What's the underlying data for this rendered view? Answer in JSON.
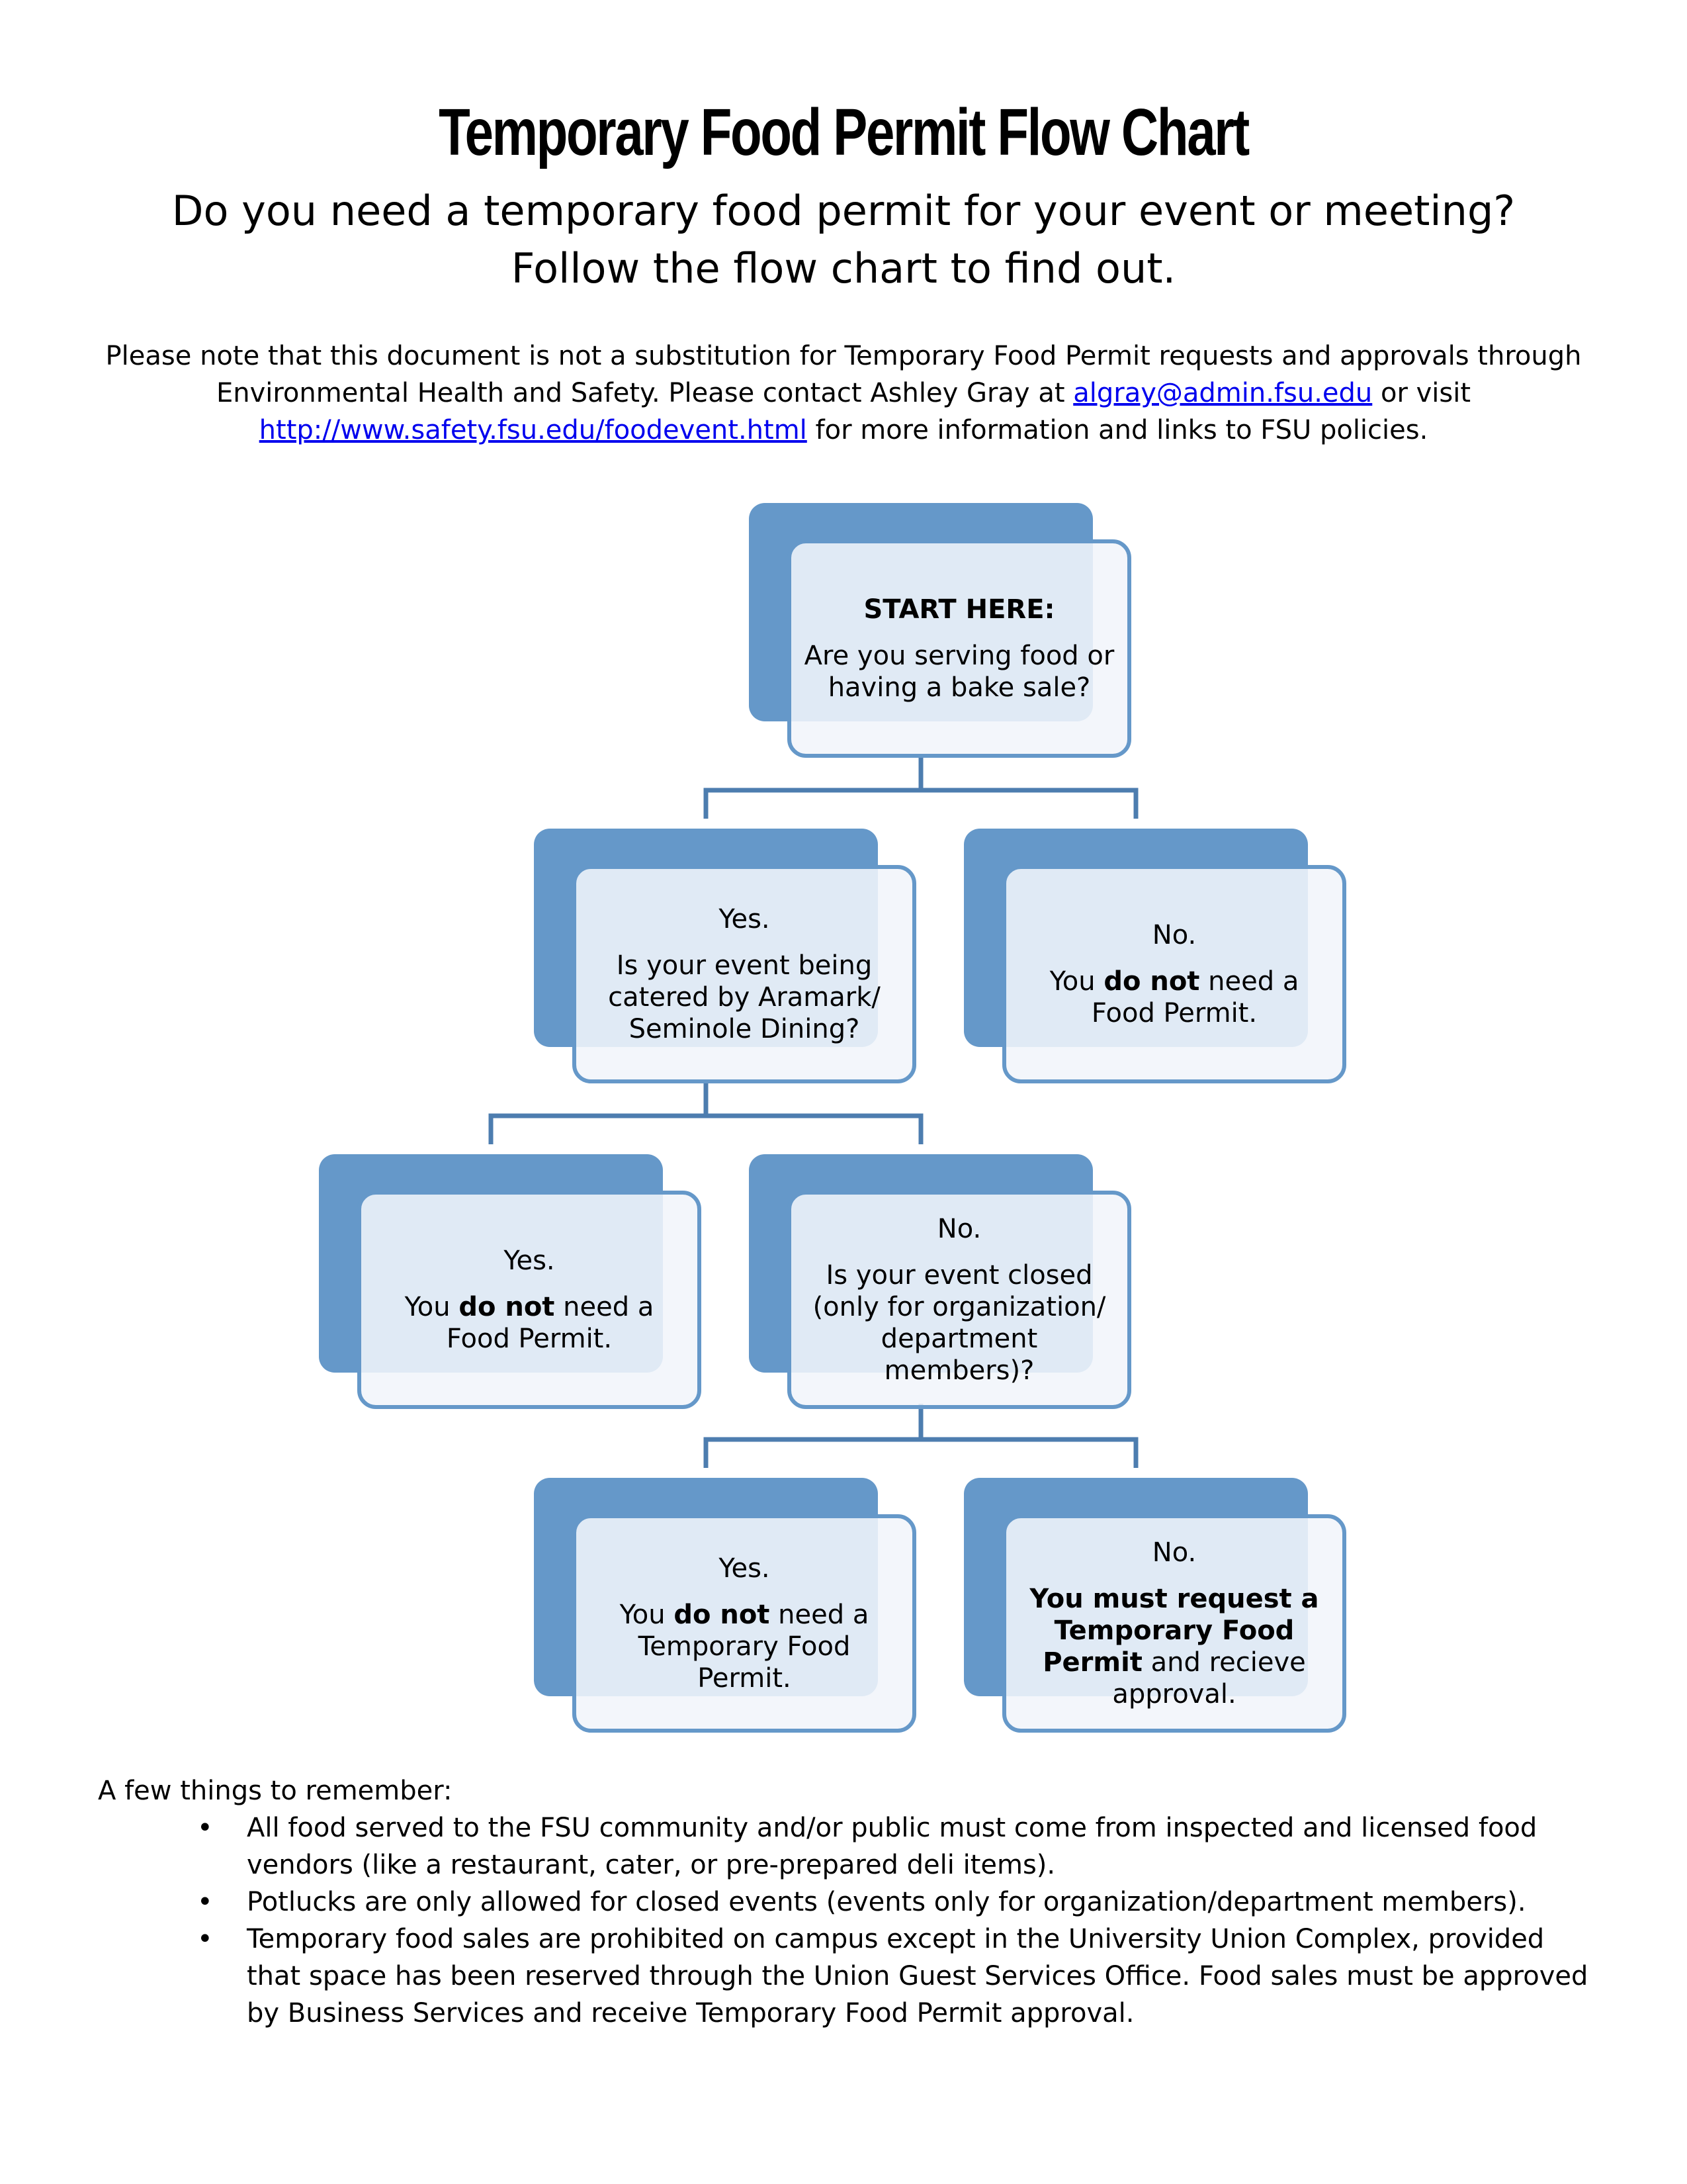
{
  "header": {
    "title": "Temporary Food Permit Flow Chart",
    "subtitle_line1": "Do you need a temporary food permit for your event or meeting?",
    "subtitle_line2": "Follow the flow chart to find out."
  },
  "note": {
    "text1": "Please note that this document is not a substitution for Temporary Food Permit requests and approvals through Environmental Health and Safety.  Please contact Ashley Gray at",
    "email": "algray@admin.fsu.edu",
    "text2": "or visit",
    "url": "http://www.safety.fsu.edu/foodevent.html",
    "text3": "for more information and links to FSU policies."
  },
  "flowchart": {
    "start": {
      "head": "START HERE:",
      "body": "Are you serving food or having a bake sale?"
    },
    "serving_yes": {
      "head": "Yes.",
      "body": "Is your event being catered by Aramark/ Seminole Dining?"
    },
    "serving_no": {
      "head": "No.",
      "pre": "You ",
      "bold": "do not",
      "post": " need a Food Permit."
    },
    "catered_yes": {
      "head": "Yes.",
      "pre": "You ",
      "bold": "do not",
      "post": " need a Food Permit."
    },
    "catered_no": {
      "head": "No.",
      "body": "Is your event closed (only for organization/ department members)?"
    },
    "closed_yes": {
      "head": "Yes.",
      "pre": "You ",
      "bold": "do not",
      "post": " need a Temporary Food Permit."
    },
    "closed_no": {
      "head": "No.",
      "bold": "You must request a Temporary Food Permit",
      "post": " and recieve approval."
    }
  },
  "reminders": {
    "heading": "A few things to remember:",
    "bullet": "•",
    "items": [
      "All food served to the FSU community and/or public must come from inspected and licensed food vendors (like a restaurant, cater, or pre-prepared deli items).",
      "Potlucks are only allowed for closed events (events only for organization/department members).",
      "Temporary food sales are prohibited on campus except in the University Union Complex, provided that space has been reserved through the Union Guest Services Office.  Food sales must be approved by Business Services and receive Temporary Food Permit approval."
    ]
  },
  "colors": {
    "box_fill": "#6598c9",
    "connector": "#4d7daf",
    "link": "#0000ee"
  }
}
